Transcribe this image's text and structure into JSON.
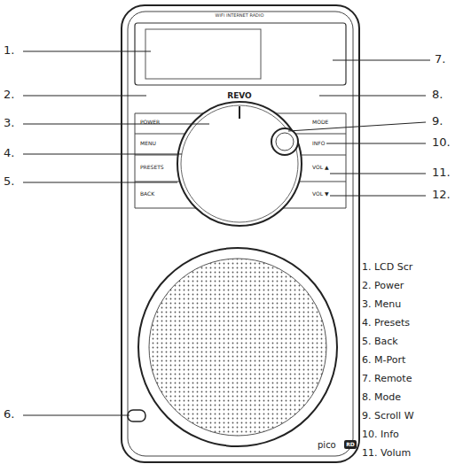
{
  "diagram": {
    "labels": [
      "WIFI INTERNET RADIO",
      "REVO",
      "POWER",
      "MENU",
      "PRESETS",
      "BACK",
      "MODE",
      "INFO",
      "VOL ▲",
      "VOL ▼",
      "pico",
      "RD",
      "1.",
      "2.",
      "3.",
      "4.",
      "5.",
      "6.",
      "7.",
      "8.",
      "9.",
      "10.",
      "11.",
      "12.",
      "1. LCD Scr",
      "2. Power",
      "3. Menu",
      "4. Presets",
      "5. Back",
      "6. M-Port",
      "7. Remote",
      "8. Mode",
      "9. Scroll W",
      "10. Info",
      "11. Volum"
    ]
  }
}
